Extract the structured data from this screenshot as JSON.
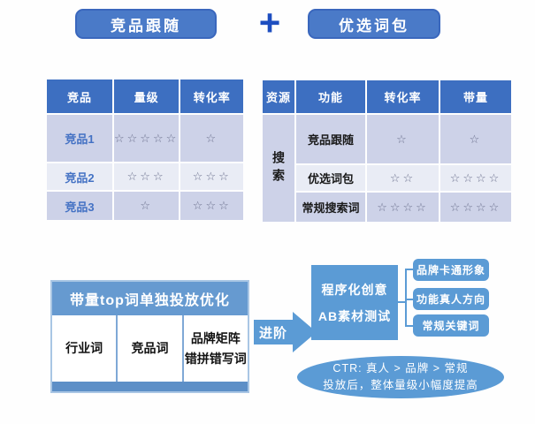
{
  "header": {
    "left_button": "竞品跟随",
    "plus": "+",
    "right_button": "优选词包"
  },
  "left_table": {
    "headers": [
      "竞品",
      "量级",
      "转化率"
    ],
    "rows": [
      {
        "name": "竞品1",
        "volume": "☆☆☆☆☆",
        "cvr": "☆"
      },
      {
        "name": "竞品2",
        "volume": "☆☆☆",
        "cvr": "☆☆☆"
      },
      {
        "name": "竞品3",
        "volume": "☆",
        "cvr": "☆☆☆"
      }
    ]
  },
  "right_table": {
    "headers": [
      "资源",
      "功能",
      "转化率",
      "带量"
    ],
    "resource": "搜索",
    "rows": [
      {
        "name": "竞品跟随",
        "cvr": "☆",
        "volume": "☆"
      },
      {
        "name": "优选词包",
        "cvr": "☆☆",
        "volume": "☆☆☆☆"
      },
      {
        "name": "常规搜索词",
        "cvr": "☆☆☆☆",
        "volume": "☆☆☆☆"
      }
    ]
  },
  "bottom": {
    "box_title": "带量top词单独投放优化",
    "box_cells": [
      {
        "lines": [
          "行业词",
          ""
        ]
      },
      {
        "lines": [
          "竞品词",
          ""
        ]
      },
      {
        "lines": [
          "品牌矩阵",
          "错拼错写词"
        ]
      }
    ],
    "arrow_label": "进阶",
    "main_box": {
      "line1": "程序化创意",
      "line2": "AB素材测试"
    },
    "bubbles": [
      "品牌卡通形象",
      "功能真人方向",
      "常规关键词"
    ],
    "ellipse": {
      "line1": "CTR: 真人 > 品牌 > 常规",
      "line2": "投放后，整体量级小幅度提高"
    }
  },
  "colors": {
    "table_header_blue": "#3d6fc1",
    "row_dark": "#cdd2e8",
    "row_light": "#e9ecf5",
    "pill_blue": "#4a7ac8",
    "plus_blue": "#1d4ec0",
    "flow_blue": "#5b9bd5",
    "box_header_blue": "#669ad0",
    "strip_blue": "#5d8fc7",
    "accent_text_blue": "#4472c4",
    "star_grey": "#6e7390"
  }
}
